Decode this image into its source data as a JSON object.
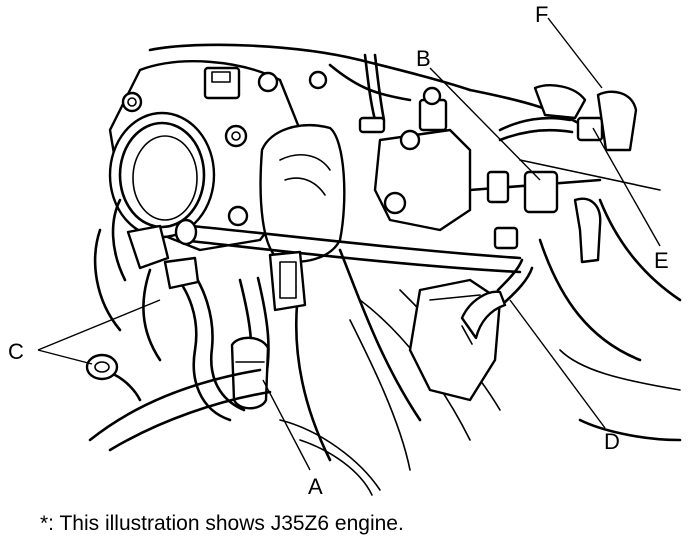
{
  "callouts": {
    "a": "A",
    "b": "B",
    "c": "C",
    "d": "D",
    "e": "E",
    "f": "F"
  },
  "caption": "*: This illustration shows J35Z6 engine."
}
